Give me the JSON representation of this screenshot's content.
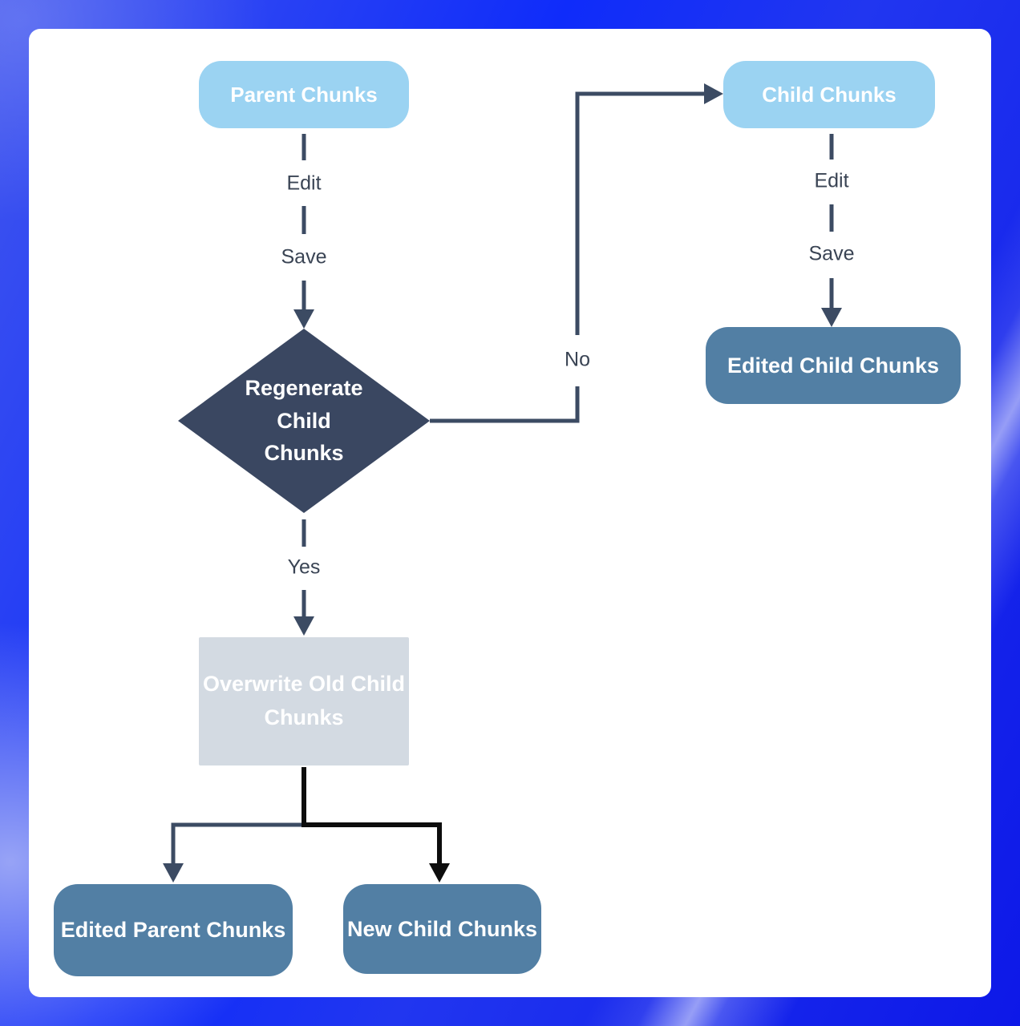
{
  "diagram": {
    "nodes": {
      "parent_chunks": {
        "label": "Parent Chunks"
      },
      "child_chunks": {
        "label": "Child Chunks"
      },
      "regenerate_decision": {
        "label": "Regenerate Child Chunks"
      },
      "edited_child_chunks": {
        "label": "Edited Child Chunks"
      },
      "overwrite_old_child_chunks": {
        "label": "Overwrite Old Child Chunks"
      },
      "edited_parent_chunks": {
        "label": "Edited Parent Chunks"
      },
      "new_child_chunks": {
        "label": "New Child Chunks"
      }
    },
    "edge_labels": {
      "parent_edit": "Edit",
      "parent_save": "Save",
      "decision_no": "No",
      "decision_yes": "Yes",
      "child_edit": "Edit",
      "child_save": "Save"
    }
  },
  "colors": {
    "node_light_blue": "#9bd3f2",
    "node_steel_blue": "#527fa4",
    "decision_navy": "#3a4761",
    "overwrite_gray": "#d3dae2",
    "connector_navy": "#3c4b63",
    "connector_black": "#0d0d0d",
    "edge_label_text": "#3a4454",
    "node_text": "#ffffff",
    "canvas_background": "#ffffff",
    "frame_blue_top": "#4156ee",
    "frame_blue_deep": "#0f2cfa",
    "frame_blue_corner": "#0d18e8"
  }
}
